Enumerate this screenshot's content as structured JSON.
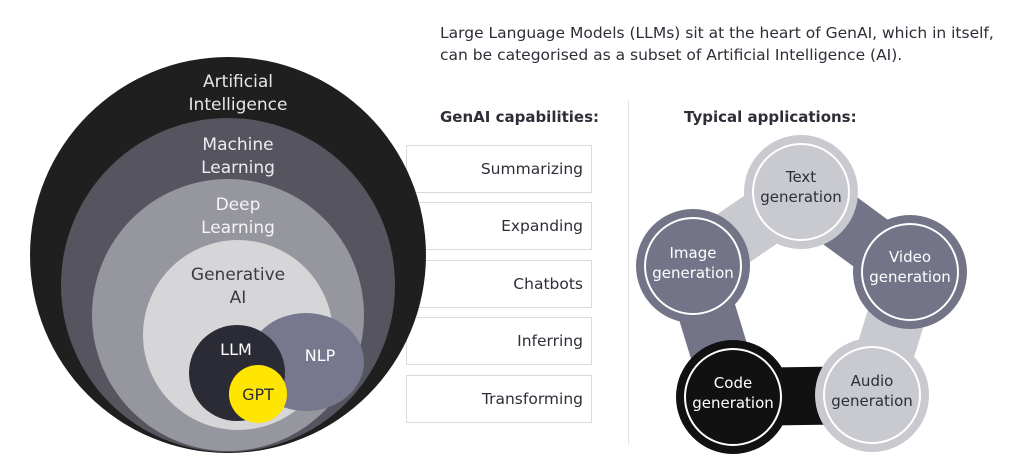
{
  "intro": {
    "line1": "Large Language Models (LLMs) sit at the heart of GenAI, which in itself,",
    "line2": "can be categorised as a subset of Artificial Intelligence (AI)."
  },
  "nested_diagram": {
    "artificial_intelligence": [
      "Artificial",
      "Intelligence"
    ],
    "machine_learning": [
      "Machine",
      "Learning"
    ],
    "deep_learning": [
      "Deep",
      "Learning"
    ],
    "generative_ai": [
      "Generative",
      "AI"
    ],
    "llm": "LLM",
    "nlp": "NLP",
    "gpt": "GPT"
  },
  "capabilities": {
    "heading": "GenAI capabilities:",
    "items": [
      "Summarizing",
      "Expanding",
      "Chatbots",
      "Inferring",
      "Transforming"
    ]
  },
  "applications": {
    "heading": "Typical applications:",
    "text": [
      "Text",
      "generation"
    ],
    "image": [
      "Image",
      "generation"
    ],
    "video": [
      "Video",
      "generation"
    ],
    "code": [
      "Code",
      "generation"
    ],
    "audio": [
      "Audio",
      "generation"
    ]
  },
  "colors": {
    "ai": "#1f1f1f",
    "machine_learning": "#56555f",
    "deep_learning": "#96969e",
    "generative_ai": "#d6d6d9",
    "llm": "#2b2b35",
    "nlp": "#77778d",
    "gpt": "#ffe600",
    "ring_light": "#c9c9d0",
    "ring_mid": "#747488",
    "ring_dark": "#111111"
  }
}
